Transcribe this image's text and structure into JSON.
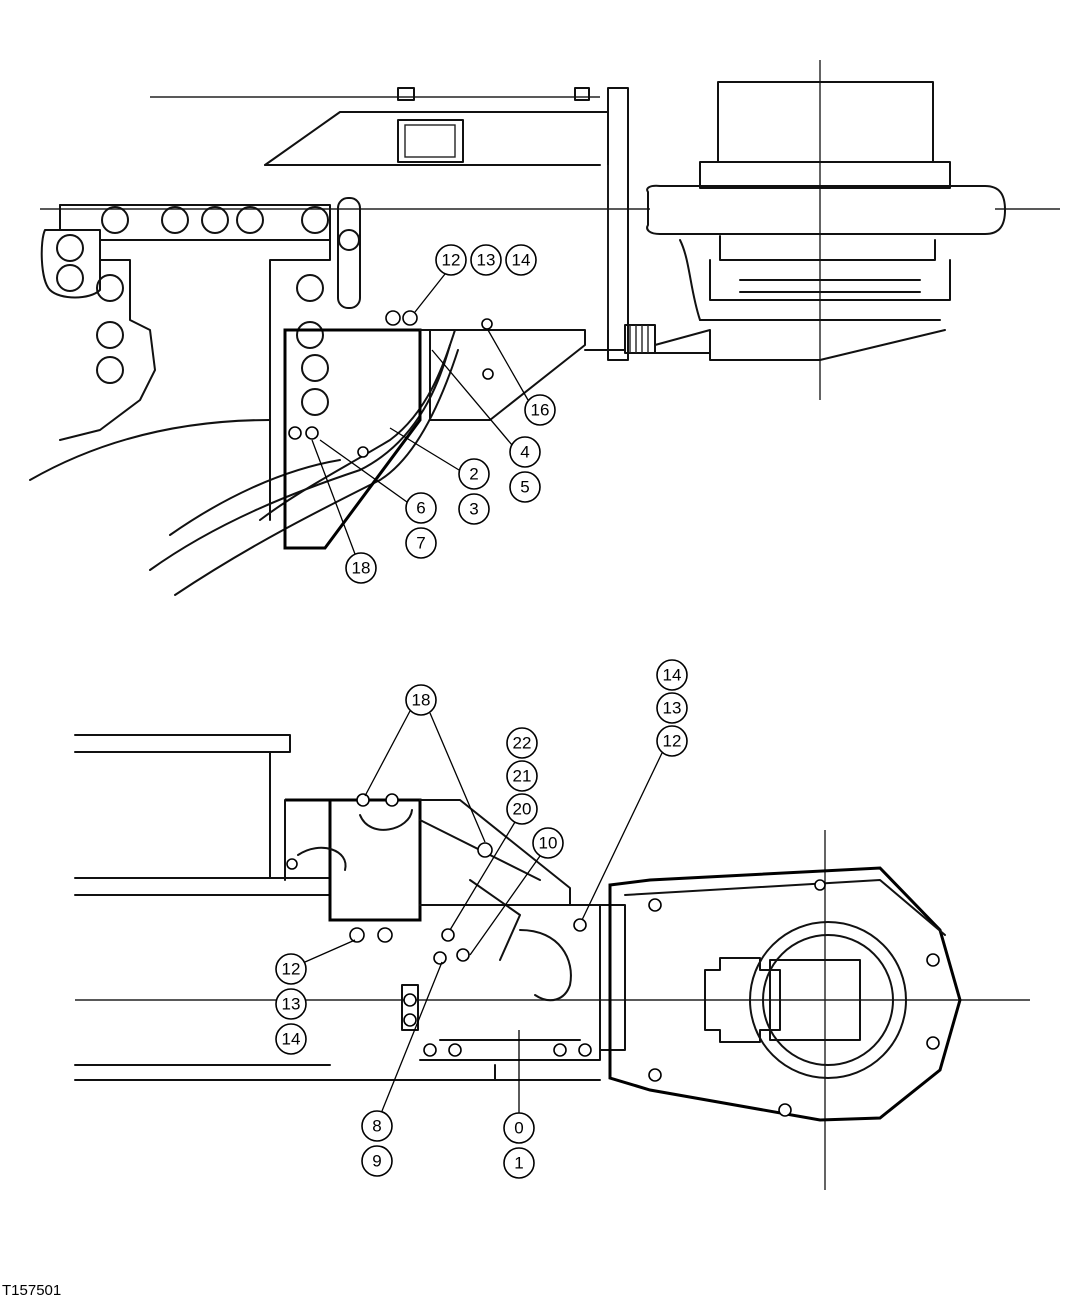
{
  "figure_id": "T157501",
  "callouts": {
    "top": [
      {
        "label": "12"
      },
      {
        "label": "13"
      },
      {
        "label": "14"
      },
      {
        "label": "16"
      },
      {
        "label": "4"
      },
      {
        "label": "5"
      },
      {
        "label": "2"
      },
      {
        "label": "3"
      },
      {
        "label": "6"
      },
      {
        "label": "7"
      },
      {
        "label": "18"
      }
    ],
    "bottom": [
      {
        "label": "18"
      },
      {
        "label": "22"
      },
      {
        "label": "21"
      },
      {
        "label": "20"
      },
      {
        "label": "10"
      },
      {
        "label": "14"
      },
      {
        "label": "13"
      },
      {
        "label": "12"
      },
      {
        "label": "12"
      },
      {
        "label": "13"
      },
      {
        "label": "14"
      },
      {
        "label": "8"
      },
      {
        "label": "9"
      },
      {
        "label": "0"
      },
      {
        "label": "1"
      }
    ]
  }
}
